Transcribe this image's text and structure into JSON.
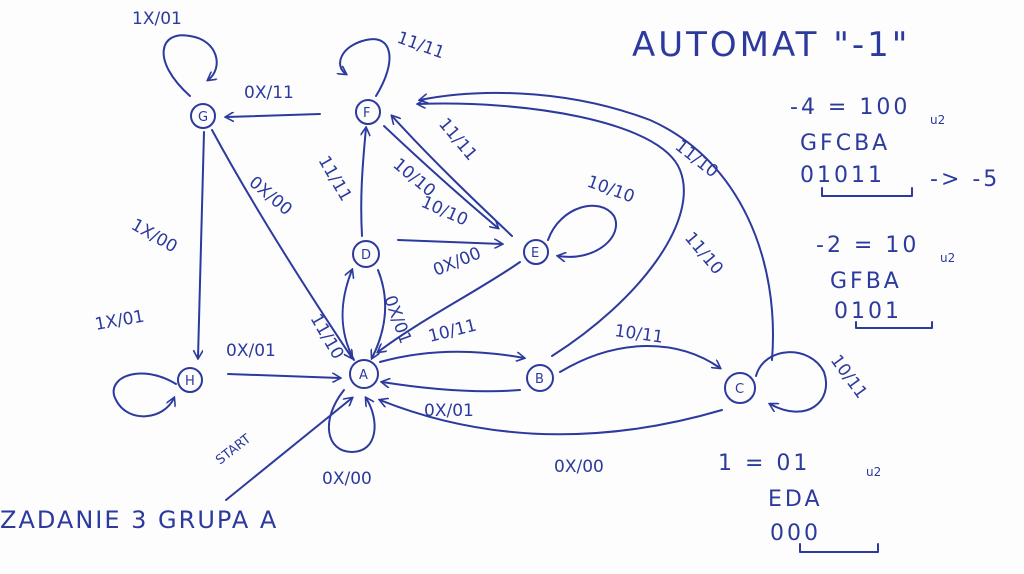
{
  "title": "AUTOMAT \"-1\"",
  "footer": "ZADANIE 3 GRUPA A",
  "start_label": "START",
  "states": [
    "G",
    "F",
    "E",
    "D",
    "H",
    "A",
    "B",
    "C"
  ],
  "edges": [
    {
      "from": "G",
      "to": "G",
      "label": "1X/01"
    },
    {
      "from": "F",
      "to": "F",
      "label": "11/11"
    },
    {
      "from": "F",
      "to": "G",
      "label": "0X/11"
    },
    {
      "from": "G",
      "to": "A",
      "label": "0X/00"
    },
    {
      "from": "G",
      "to": "H",
      "label": "1X/00"
    },
    {
      "from": "H",
      "to": "H",
      "label": "1X/01"
    },
    {
      "from": "H",
      "to": "A",
      "label": "0X/01"
    },
    {
      "from": "D",
      "to": "F",
      "label": "11/11"
    },
    {
      "from": "F",
      "to": "E",
      "label": "10/10"
    },
    {
      "from": "E",
      "to": "F",
      "label": "11/11"
    },
    {
      "from": "D",
      "to": "E",
      "label": "10/10"
    },
    {
      "from": "E",
      "to": "E",
      "label": "10/10"
    },
    {
      "from": "E",
      "to": "A",
      "label": "0X/00"
    },
    {
      "from": "A",
      "to": "D",
      "label": "11/10"
    },
    {
      "from": "D",
      "to": "A",
      "label": "0X/01"
    },
    {
      "from": "A",
      "to": "B",
      "label": "10/11"
    },
    {
      "from": "B",
      "to": "A",
      "label": "0X/01"
    },
    {
      "from": "B",
      "to": "F",
      "label": "11/10"
    },
    {
      "from": "C",
      "to": "F",
      "label": "11/10"
    },
    {
      "from": "B",
      "to": "C",
      "label": "10/11"
    },
    {
      "from": "C",
      "to": "C",
      "label": "10/11"
    },
    {
      "from": "C",
      "to": "A",
      "label": "0X/00"
    },
    {
      "from": "A",
      "to": "A",
      "label": "0X/00"
    }
  ],
  "notes": {
    "n1_line1": "-4 = 100",
    "n1_sub": "u2",
    "n1_line2": "GFCBA",
    "n1_line3": "01011",
    "n1_arrow": "-> -5",
    "n2_line1": "-2 = 10",
    "n2_sub": "u2",
    "n2_line2": "GFBA",
    "n2_line3": "0101",
    "n3_line1": "1 = 01",
    "n3_sub": "u2",
    "n3_line2": "EDA",
    "n3_line3": "000"
  },
  "colors": {
    "ink": "#2c3a9e",
    "paper": "#ffffff"
  }
}
